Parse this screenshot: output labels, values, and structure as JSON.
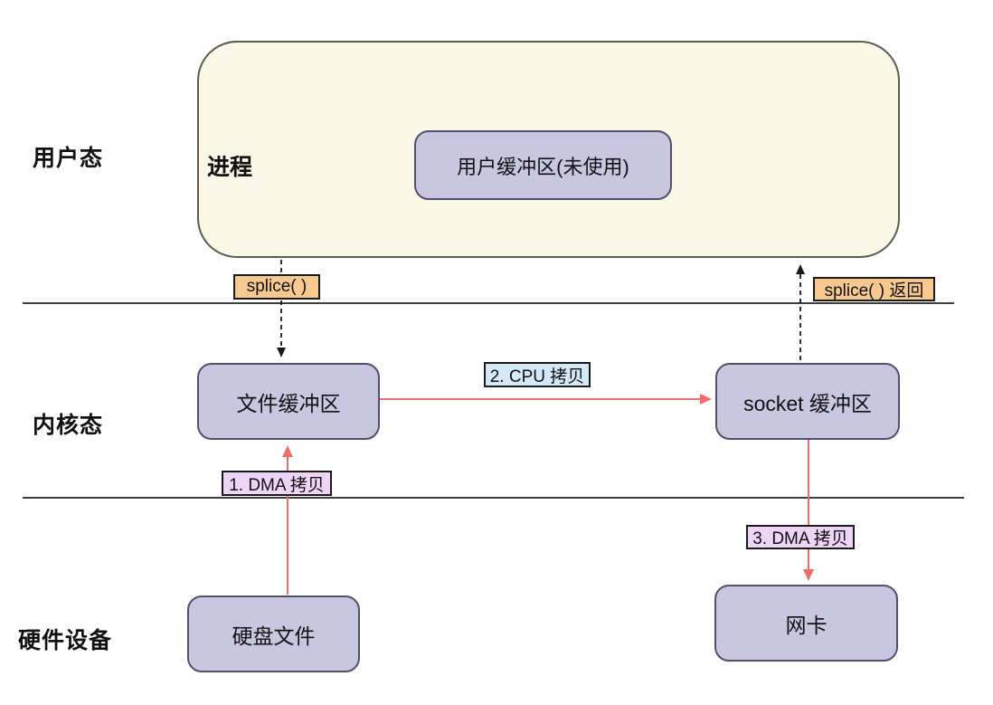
{
  "layers": {
    "user": "用户态",
    "kernel": "内核态",
    "hardware": "硬件设备"
  },
  "nodes": {
    "process": "进程",
    "user_buffer": "用户缓冲区(未使用)",
    "file_buffer": "文件缓冲区",
    "socket_buffer": "socket 缓冲区",
    "disk_file": "硬盘文件",
    "nic": "网卡"
  },
  "badges": {
    "splice_call": "splice( )",
    "splice_return": "splice( ) 返回",
    "cpu_copy": "2. CPU 拷贝",
    "dma_copy_1": "1. DMA 拷贝",
    "dma_copy_3": "3. DMA 拷贝"
  },
  "colors": {
    "background": "#FFFFFF",
    "text": "#111111",
    "process-fill": "#FAF7E7",
    "process-border": "#5B5B50",
    "node-fill": "#C9C6E0",
    "node-border": "#50506E",
    "badge-border": "#1A1A1A",
    "orange-badge-fill": "#F7C88F",
    "blue-badge-fill": "#D3E8F8",
    "purple-badge-fill": "#ECD5F6",
    "red-arrow": "#F26C6C",
    "black-arrow": "#1A1A1A",
    "separator": "#3F3F3F"
  }
}
